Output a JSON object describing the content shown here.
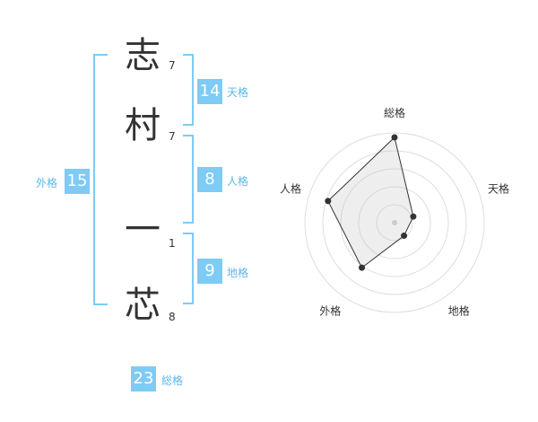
{
  "name": {
    "chars": [
      "志",
      "村",
      "一",
      "芯"
    ],
    "strokes": [
      "7",
      "7",
      "1",
      "8"
    ]
  },
  "kakusu": {
    "tenkaku": {
      "value": "14",
      "label": "天格"
    },
    "jinkaku": {
      "value": "8",
      "label": "人格"
    },
    "chikaku": {
      "value": "9",
      "label": "地格"
    },
    "gaikaku": {
      "value": "15",
      "label": "外格"
    },
    "soukaku": {
      "value": "23",
      "label": "総格"
    }
  },
  "chart_data": {
    "type": "radar",
    "axes": [
      "総格",
      "天格",
      "地格",
      "外格",
      "人格"
    ],
    "values": [
      0.95,
      0.22,
      0.18,
      0.62,
      0.78
    ],
    "rings": 5
  }
}
